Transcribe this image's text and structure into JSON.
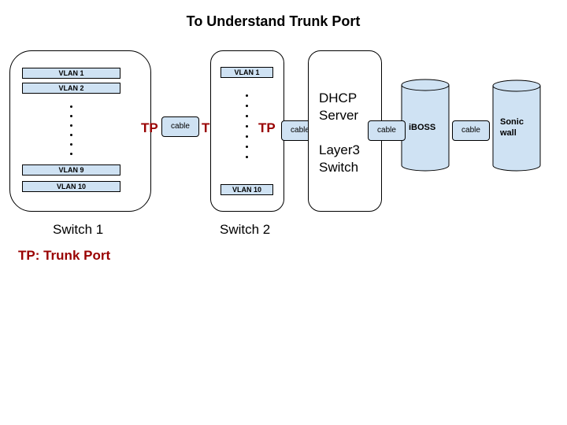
{
  "title": "To Understand Trunk Port",
  "switch1": {
    "label": "Switch 1",
    "vlans_top": [
      "VLAN 1",
      "VLAN 2"
    ],
    "vlans_bottom": [
      "VLAN 9",
      "VLAN 10"
    ]
  },
  "switch2": {
    "label": "Switch 2",
    "vlan_top": "VLAN 1",
    "vlan_bottom": "VLAN 10"
  },
  "layer3": {
    "line1": "DHCP",
    "line2": "Server",
    "line3": "Layer3",
    "line4": "Switch"
  },
  "iboss": {
    "label": "iBOSS"
  },
  "sonicwall": {
    "line1": "Sonic",
    "line2": "wall"
  },
  "tp_marker": "TP",
  "cable_label": "cable",
  "legend": "TP: Trunk Port",
  "colors": {
    "vlan_fill": "#cfe2f3",
    "tp_color": "#990000"
  }
}
